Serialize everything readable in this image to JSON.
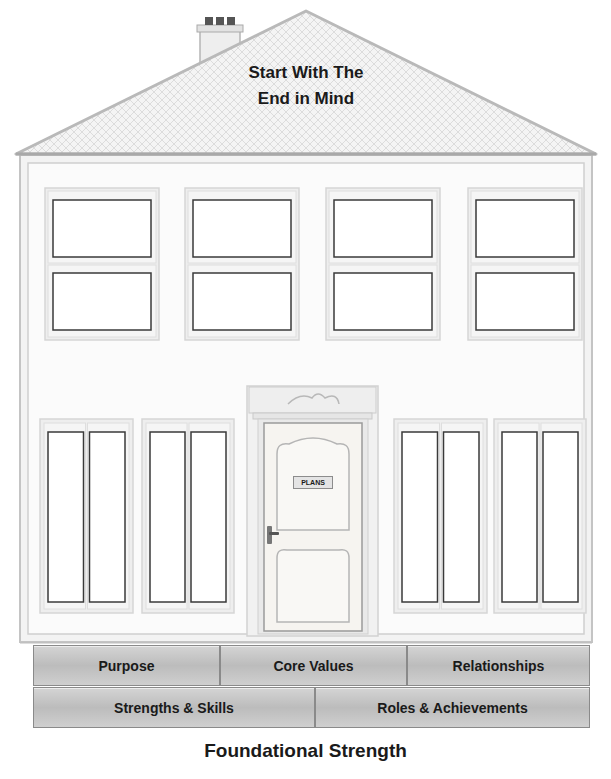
{
  "diagram": {
    "caption": "Foundational Strength",
    "nodes": [
      {
        "text": [
          "Start With The End in Mind"
        ]
      },
      {
        "text": [
          "PLANS"
        ]
      },
      {
        "text": [
          "Purpose"
        ]
      },
      {
        "text": [
          "Core Values"
        ]
      },
      {
        "text": [
          "Relationships"
        ]
      },
      {
        "text": [
          "Strengths & Skills"
        ]
      },
      {
        "text": [
          "Roles & Achievements"
        ]
      }
    ]
  }
}
